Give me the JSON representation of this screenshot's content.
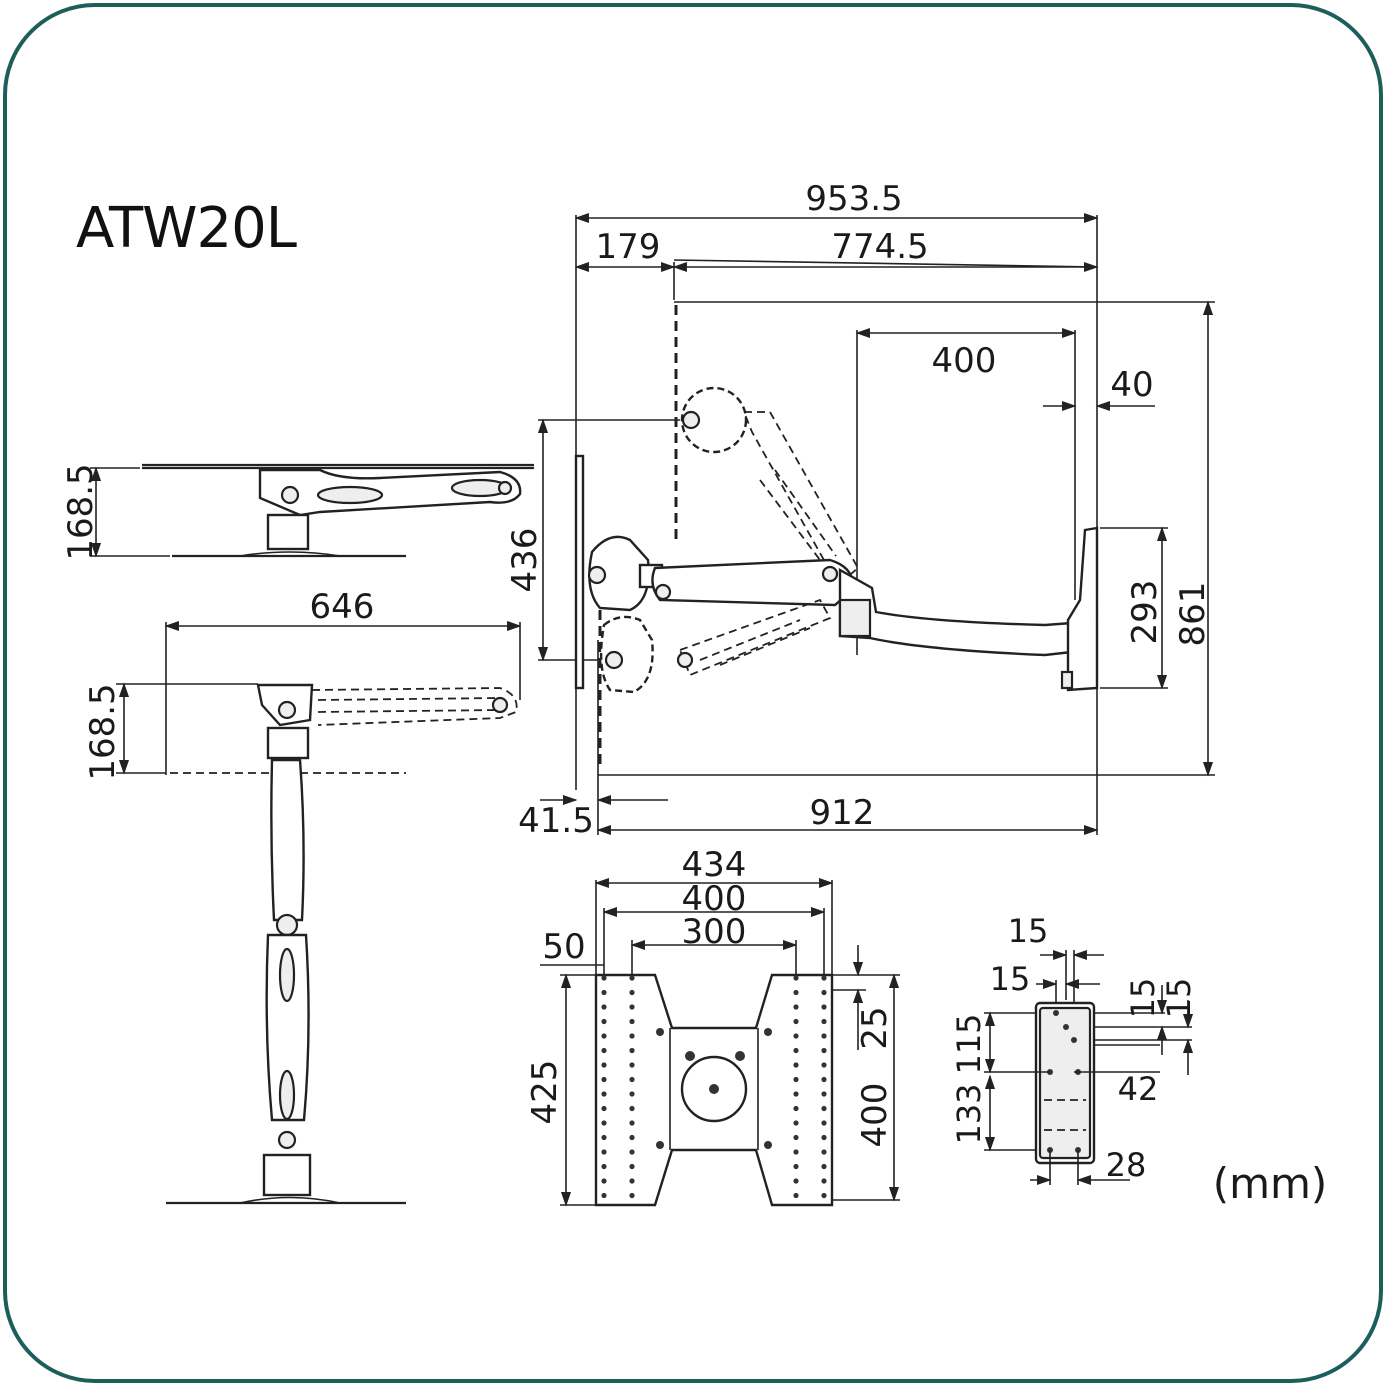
{
  "title": "ATW20L",
  "unit": "(mm)",
  "dimensions": {
    "side_overall_width": "953.5",
    "side_offset_left": "179",
    "side_reach": "774.5",
    "side_offset_400": "400",
    "side_wall_gap": "40",
    "side_height_436": "436",
    "side_bracket_293": "293",
    "side_total_861": "861",
    "side_depth_41_5": "41.5",
    "side_depth_912": "912",
    "top_view_height_a": "168.5",
    "top_view_width": "646",
    "top_view_height_b": "168.5",
    "plate_width_434": "434",
    "plate_width_400": "400",
    "plate_width_300": "300",
    "plate_margin_50": "50",
    "plate_height_425": "425",
    "plate_edge_25": "25",
    "plate_height_400": "400",
    "wall_15_a": "15",
    "wall_15_b": "15",
    "wall_15_c": "15",
    "wall_15_d": "15",
    "wall_115": "115",
    "wall_133": "133",
    "wall_42": "42",
    "wall_28": "28"
  }
}
